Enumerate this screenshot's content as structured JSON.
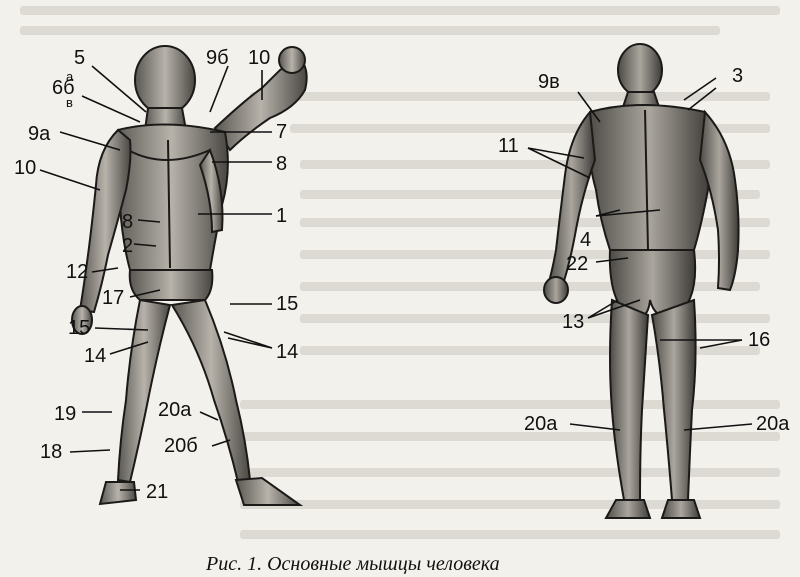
{
  "figure": {
    "caption": "Рис. 1. Основные мышцы человека",
    "labels": {
      "l5": "5",
      "l6b": "6б",
      "l6a_sup": "а",
      "l6v_sup": "в",
      "l9a": "9а",
      "l10": "10",
      "l9b": "9б",
      "l10top": "10",
      "l7": "7",
      "l8r": "8",
      "l1": "1",
      "l8l": "8",
      "l2": "2",
      "l12": "12",
      "l17": "17",
      "l15l": "15",
      "l15r": "15",
      "l14l": "14",
      "l14r": "14",
      "l19": "19",
      "l18": "18",
      "l20a_front": "20а",
      "l20b": "20б",
      "l21": "21",
      "l9v": "9в",
      "l3": "3",
      "l11": "11",
      "l4": "4",
      "l22": "22",
      "l13": "13",
      "l16": "16",
      "l20a_back_l": "20а",
      "l20a_back_r": "20а"
    }
  }
}
